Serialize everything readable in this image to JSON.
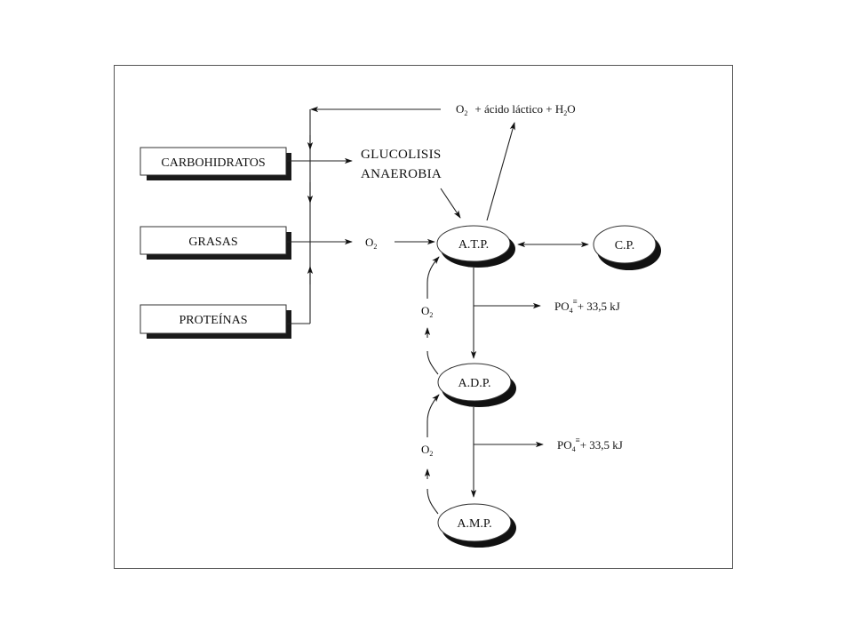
{
  "sources": {
    "carbohidratos": "CARBOHIDRATOS",
    "grasas": "GRASAS",
    "proteinas": "PROTEÍNAS"
  },
  "processes": {
    "glucolisis_line1": "GLUCOLISIS",
    "glucolisis_line2": "ANAEROBIA",
    "o2": "O",
    "o2_sub": "2"
  },
  "products_top": {
    "o2": "O",
    "o2_sub": "2",
    "rest": "+ ácido láctico + H",
    "h2o_sub": "2",
    "h2o_end": "O"
  },
  "nodes": {
    "atp": "A.T.P.",
    "cp": "C.P.",
    "adp": "A.D.P.",
    "amp": "A.M.P."
  },
  "energy_release": {
    "po4": "PO",
    "po4_sub": "4",
    "po4_sup": "≡",
    "energy": "+ 33,5 kJ"
  },
  "recovery_o2": {
    "o2": "O",
    "o2_sub": "2"
  }
}
